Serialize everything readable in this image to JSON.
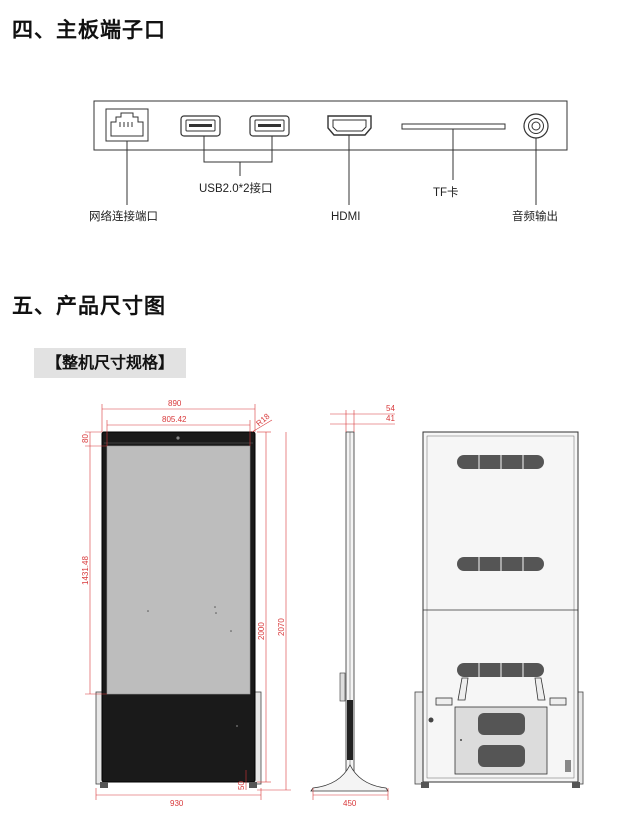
{
  "section4": {
    "title": "四、主板端子口"
  },
  "ports": {
    "network": "网络连接端口",
    "usb": "USB2.0*2接口",
    "hdmi": "HDMI",
    "tf": "TF卡",
    "audio": "音频输出"
  },
  "section5": {
    "title": "五、产品尺寸图"
  },
  "subheading": "【整机尺寸规格】",
  "dimensions": {
    "front_width": "890",
    "screen_width": "805.42",
    "corner": "R18",
    "top_margin": "80",
    "screen_height": "1431.48",
    "height_2000": "2000",
    "height_2070": "2070",
    "base_width": "930",
    "bottom": "50",
    "side_54": "54",
    "side_41": "41",
    "stand_width": "450"
  },
  "colors": {
    "dimension": "#d8383a",
    "screen": "#bdbdbd",
    "body": "#1a1a1a"
  }
}
